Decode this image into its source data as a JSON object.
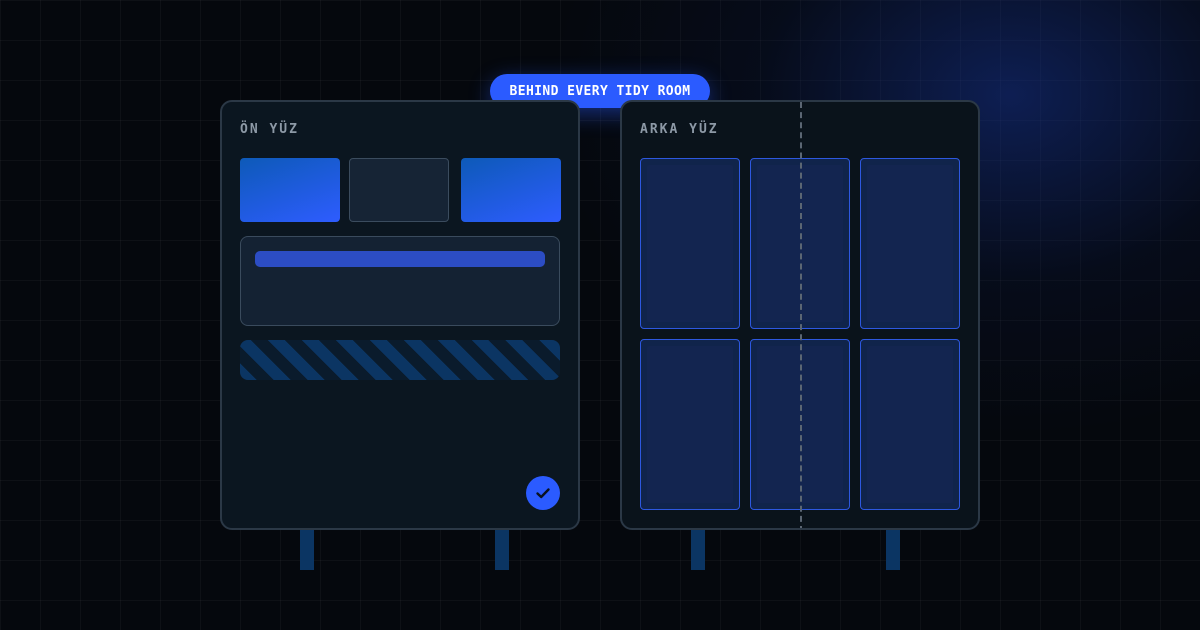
{
  "badge": {
    "label": "BEHIND EVERY TIDY ROOM"
  },
  "front_panel": {
    "title": "ÖN YÜZ",
    "tiles": [
      "blue",
      "dark",
      "blue"
    ],
    "confirm_icon": "check-icon"
  },
  "back_panel": {
    "title": "ARKA YÜZ",
    "grid": {
      "rows": 2,
      "columns": 3
    }
  },
  "colors": {
    "accent": "#2b5bff",
    "tile_blue": "#1a4fe0",
    "cell_border": "#2d58df",
    "leg": "#0b3563",
    "background": "#05080d"
  }
}
